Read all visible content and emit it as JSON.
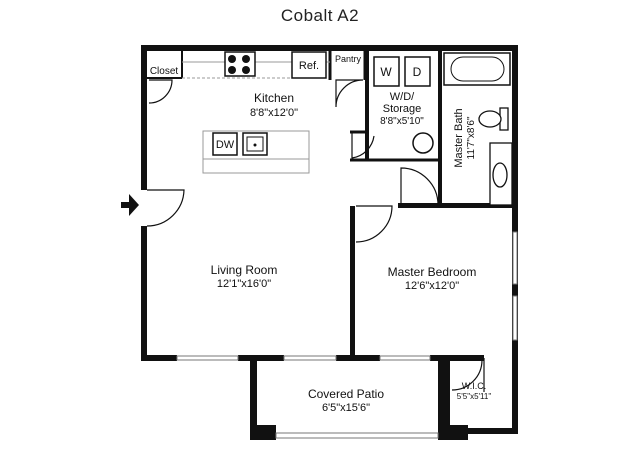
{
  "plan": {
    "title": "Cobalt  A2",
    "entry_icon": "arrow-right-icon"
  },
  "rooms": {
    "kitchen": {
      "name": "Kitchen",
      "size": "8'8\"x12'0\""
    },
    "living_room": {
      "name": "Living Room",
      "size": "12'1\"x16'0\""
    },
    "master_bedroom": {
      "name": "Master Bedroom",
      "size": "12'6\"x12'0\""
    },
    "covered_patio": {
      "name": "Covered Patio",
      "size": "6'5\"x15'6\""
    },
    "wd_storage": {
      "name_line1": "W/D/",
      "name_line2": "Storage",
      "size": "8'8\"x5'10\""
    },
    "master_bath": {
      "name": "Master Bath",
      "size": "11'7\"x8'6\""
    },
    "wic": {
      "name": "W.I.C.",
      "size": "5'5\"x5'11\""
    }
  },
  "fixtures": {
    "closet": "Closet",
    "refrigerator": "Ref.",
    "pantry": "Pantry",
    "washer": "W",
    "dryer": "D",
    "dishwasher": "DW"
  }
}
